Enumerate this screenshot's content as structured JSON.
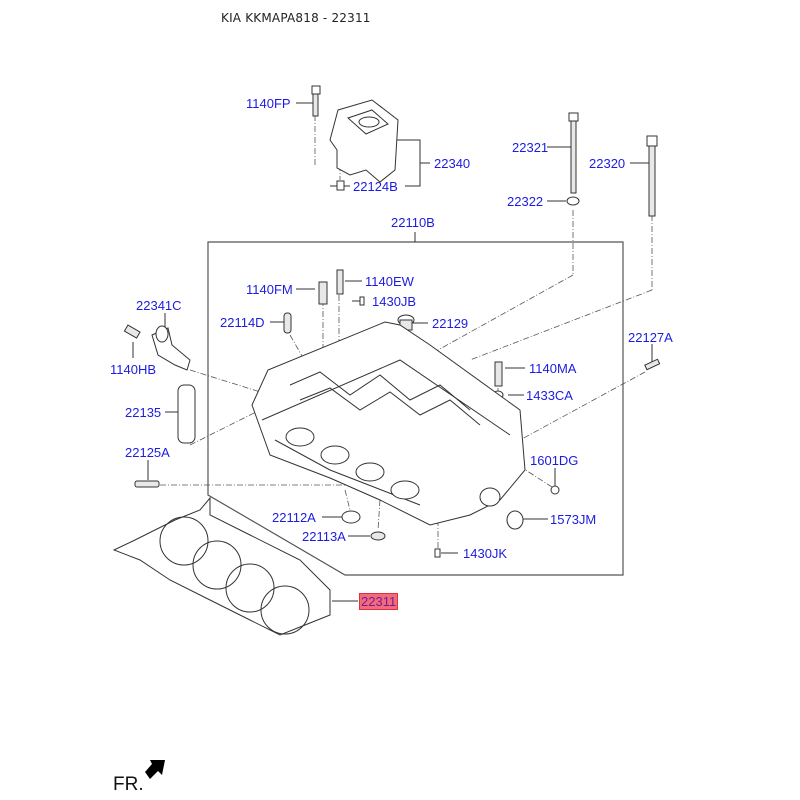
{
  "header": {
    "title": "KIA KKMAPA818 - 22311"
  },
  "callouts": [
    {
      "id": "1140FP",
      "label": "1140FP",
      "highlighted": false
    },
    {
      "id": "22340",
      "label": "22340",
      "highlighted": false
    },
    {
      "id": "22124B",
      "label": "22124B",
      "highlighted": false
    },
    {
      "id": "22321",
      "label": "22321",
      "highlighted": false
    },
    {
      "id": "22320",
      "label": "22320",
      "highlighted": false
    },
    {
      "id": "22322",
      "label": "22322",
      "highlighted": false
    },
    {
      "id": "22110B",
      "label": "22110B",
      "highlighted": false
    },
    {
      "id": "1140EW",
      "label": "1140EW",
      "highlighted": false
    },
    {
      "id": "1140FM",
      "label": "1140FM",
      "highlighted": false
    },
    {
      "id": "1430JB",
      "label": "1430JB",
      "highlighted": false
    },
    {
      "id": "22341C",
      "label": "22341C",
      "highlighted": false
    },
    {
      "id": "22114D",
      "label": "22114D",
      "highlighted": false
    },
    {
      "id": "22129",
      "label": "22129",
      "highlighted": false
    },
    {
      "id": "22127A",
      "label": "22127A",
      "highlighted": false
    },
    {
      "id": "1140HB",
      "label": "1140HB",
      "highlighted": false
    },
    {
      "id": "1140MA",
      "label": "1140MA",
      "highlighted": false
    },
    {
      "id": "1433CA",
      "label": "1433CA",
      "highlighted": false
    },
    {
      "id": "22135",
      "label": "22135",
      "highlighted": false
    },
    {
      "id": "22125A",
      "label": "22125A",
      "highlighted": false
    },
    {
      "id": "1601DG",
      "label": "1601DG",
      "highlighted": false
    },
    {
      "id": "22112A",
      "label": "22112A",
      "highlighted": false
    },
    {
      "id": "1573JM",
      "label": "1573JM",
      "highlighted": false
    },
    {
      "id": "22113A",
      "label": "22113A",
      "highlighted": false
    },
    {
      "id": "1430JK",
      "label": "1430JK",
      "highlighted": false
    },
    {
      "id": "22311",
      "label": "22311",
      "highlighted": true
    }
  ],
  "orientation": {
    "label": "FR.",
    "icon": "front-arrow-icon"
  },
  "colors": {
    "callout_text": "#1c1ce0",
    "highlight_bg": "#f26b7a",
    "highlight_text": "#7a1a9a"
  }
}
